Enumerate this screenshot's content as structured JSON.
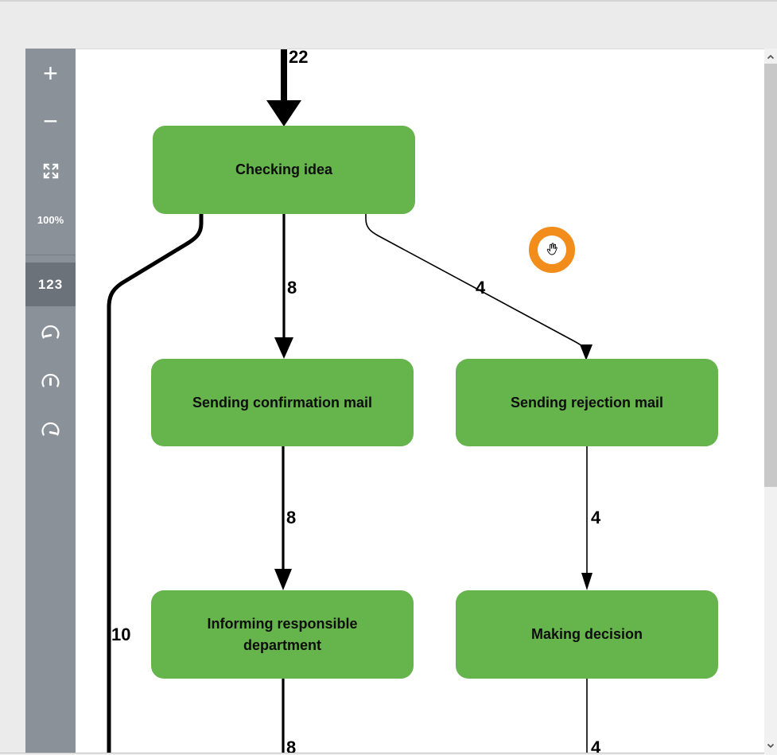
{
  "sidebar": {
    "zoom_in": "+",
    "zoom_out": "−",
    "fit_icon": "fit-to-screen-icon",
    "zoom_level": "100%",
    "frequency_button": "123",
    "gauge_icons": [
      "gauge-needle-left-icon",
      "gauge-needle-up-icon",
      "gauge-needle-right-icon"
    ]
  },
  "diagram": {
    "nodes": [
      {
        "label": "Checking idea"
      },
      {
        "label": "Sending confirmation mail"
      },
      {
        "label": "Sending rejection mail"
      },
      {
        "label": "Informing responsible department"
      },
      {
        "label": "Making decision"
      }
    ],
    "edges": [
      {
        "label": "22",
        "from": "(top, off-screen)",
        "to": "Checking idea"
      },
      {
        "label": "8",
        "from": "Checking idea",
        "to": "Sending confirmation mail"
      },
      {
        "label": "4",
        "from": "Checking idea",
        "to": "Sending rejection mail"
      },
      {
        "label": "10",
        "from": "Checking idea",
        "to": "(bottom, off-screen)"
      },
      {
        "label": "8",
        "from": "Sending confirmation mail",
        "to": "Informing responsible department"
      },
      {
        "label": "4",
        "from": "Sending rejection mail",
        "to": "Making decision"
      },
      {
        "label": "8",
        "from": "Informing responsible department",
        "to": "(bottom, off-screen)"
      },
      {
        "label": "4",
        "from": "Making decision",
        "to": "(bottom, off-screen)"
      }
    ]
  },
  "cursor": {
    "type": "grab-hand-cursor",
    "indicator": "orange-ring"
  },
  "colors": {
    "node_green": "#66b44c",
    "ring_orange": "#f28c1b",
    "sidebar_gray": "#8a9199",
    "sidebar_selected": "#6b727a",
    "edge_black": "#000000"
  }
}
